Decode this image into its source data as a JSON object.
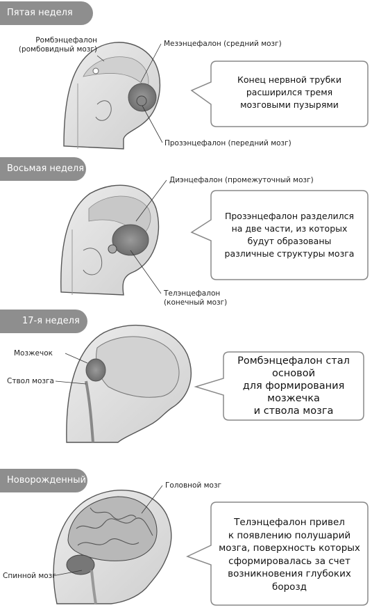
{
  "stages": [
    {
      "title": "Пятая неделя",
      "labels": [
        {
          "line1": "Ромбэнцефалон",
          "line2": "(ромбовидный мозг)"
        },
        {
          "line1": "Мезэнцефалон (средний мозг)"
        },
        {
          "line1": "Прозэнцефалон (передний мозг)"
        }
      ],
      "caption": [
        "Конец нервной трубки",
        "расширился тремя",
        "мозговыми пузырями"
      ]
    },
    {
      "title": "Восьмая неделя",
      "labels": [
        {
          "line1": "Диэнцефалон (промежуточный мозг)"
        },
        {
          "line1": "Телэнцефалон",
          "line2": "(конечный мозг)"
        }
      ],
      "caption": [
        "Прозэнцефалон разделился",
        "на две части, из которых",
        "будут образованы",
        "различные структуры мозга"
      ]
    },
    {
      "title": "17-я неделя",
      "labels": [
        {
          "line1": "Мозжечок"
        },
        {
          "line1": "Ствол мозга"
        }
      ],
      "caption": [
        "Ромбэнцефалон стал",
        "основой",
        "для формирования",
        "мозжечка",
        "и ствола мозга"
      ]
    },
    {
      "title": "Новорожденный",
      "labels": [
        {
          "line1": "Головной мозг"
        },
        {
          "line1": "Спинной мозг"
        }
      ],
      "caption": [
        "Телэнцефалон привел",
        "к появлению полушарий",
        "мозга, поверхность которых",
        "сформировалась за счет",
        "возникновения глубоких",
        "борозд"
      ]
    }
  ]
}
